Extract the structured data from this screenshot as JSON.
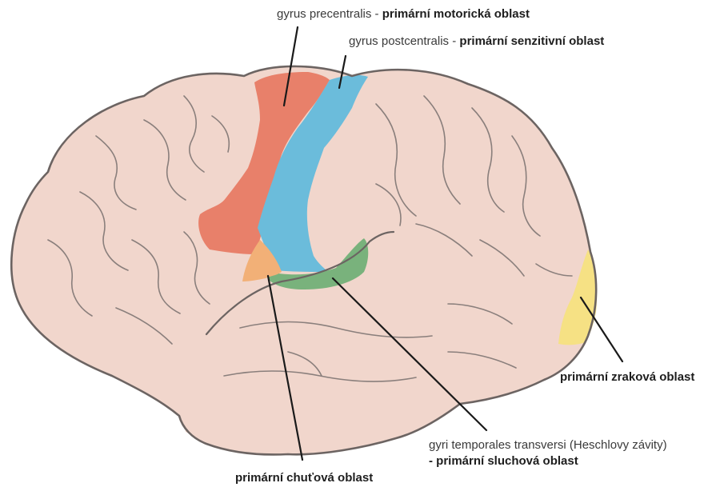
{
  "labels": {
    "precentral": {
      "name": "gyrus precentralis",
      "sep": " - ",
      "function": "primární motorická oblast"
    },
    "postcentral": {
      "name": "gyrus postcentralis",
      "sep": " - ",
      "function": "primární senzitivní oblast"
    },
    "visual": {
      "function": "primární zraková oblast"
    },
    "auditory": {
      "name": "gyri temporales transversi (Heschlovy závity)",
      "function": "- primární sluchová oblast"
    },
    "gustatory": {
      "function": "primární chuťová oblast"
    }
  },
  "colors": {
    "brain": "#f1d6cc",
    "outline": "#6c6462",
    "motor": "#e8806a",
    "sensory": "#6bbcdb",
    "auditory": "#79b27c",
    "gustatory": "#f2b077",
    "visual": "#f6e184"
  }
}
